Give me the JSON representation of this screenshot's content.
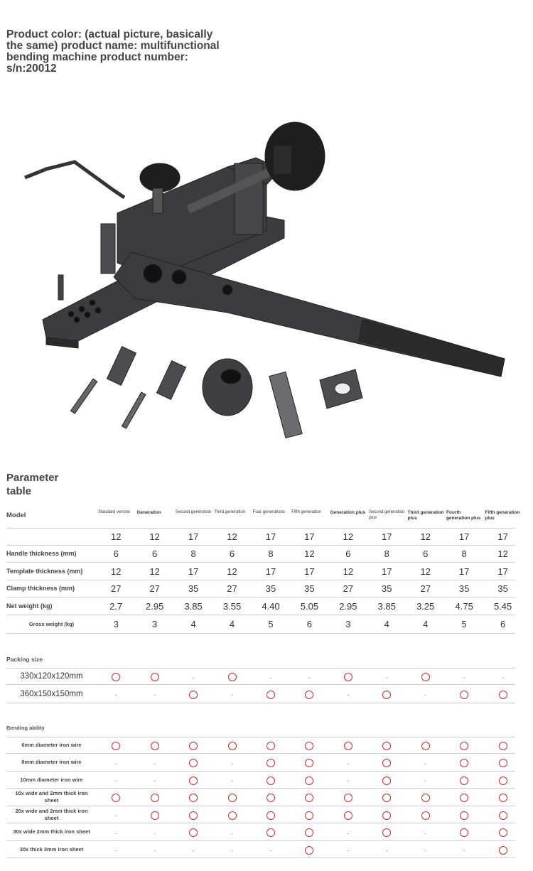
{
  "intro": "Product color: (actual picture, basically the same) product name: multifunctional bending machine product number: s/n:20012",
  "param_title": "Parameter table",
  "model_label": "Model",
  "models": [
    {
      "name": "Standard version",
      "bold": false
    },
    {
      "name": "Generation",
      "bold": true
    },
    {
      "name": "Second generation",
      "bold": false
    },
    {
      "name": "Third generation",
      "bold": false
    },
    {
      "name": "Four generations",
      "bold": false
    },
    {
      "name": "Fifth generation",
      "bold": false
    },
    {
      "name": "Generation plus",
      "bold": true
    },
    {
      "name": "Second generation plus",
      "bold": false
    },
    {
      "name": "Third generation plus",
      "bold": true
    },
    {
      "name": "Fourth generation plus",
      "bold": true
    },
    {
      "name": "Fifth generation plus",
      "bold": true
    }
  ],
  "params": [
    {
      "label": "",
      "values": [
        "12",
        "12",
        "17",
        "12",
        "17",
        "17",
        "12",
        "17",
        "12",
        "17",
        "17"
      ]
    },
    {
      "label": "Handle thickness (mm)",
      "values": [
        "6",
        "6",
        "8",
        "6",
        "8",
        "12",
        "6",
        "8",
        "6",
        "8",
        "12"
      ]
    },
    {
      "label": "Template thickness (mm)",
      "values": [
        "12",
        "12",
        "17",
        "12",
        "17",
        "17",
        "12",
        "17",
        "12",
        "17",
        "17"
      ]
    },
    {
      "label": "Clamp thickness (mm)",
      "values": [
        "27",
        "27",
        "35",
        "27",
        "35",
        "35",
        "27",
        "35",
        "27",
        "35",
        "35"
      ]
    },
    {
      "label": "Net weight (kg)",
      "values": [
        "2.7",
        "2.95",
        "3.85",
        "3.55",
        "4.40",
        "5.05",
        "2.95",
        "3.85",
        "3.25",
        "4.75",
        "5.45"
      ]
    },
    {
      "label": "Gross weight (kg)",
      "values": [
        "3",
        "3",
        "4",
        "4",
        "5",
        "6",
        "3",
        "4",
        "4",
        "5",
        "6"
      ]
    }
  ],
  "packing_title": "Packing size",
  "packing": [
    {
      "label": "330x120x120mm",
      "marks": [
        "o",
        "o",
        "-",
        "o",
        "-",
        "-",
        "o",
        "-",
        "o",
        "-",
        "-"
      ]
    },
    {
      "label": "360x150x150mm",
      "marks": [
        "-",
        "-",
        "o",
        "-",
        "o",
        "o",
        "-",
        "o",
        "-",
        "o",
        "o"
      ]
    }
  ],
  "bending_title": "Bending ability",
  "bending": [
    {
      "label": "6mm diameter iron wire",
      "marks": [
        "o",
        "o",
        "o",
        "o",
        "o",
        "o",
        "o",
        "o",
        "o",
        "o",
        "o"
      ]
    },
    {
      "label": "8mm diameter iron wire",
      "marks": [
        "-",
        "-",
        "o",
        "-",
        "o",
        "o",
        "-",
        "o",
        "-",
        "o",
        "o"
      ]
    },
    {
      "label": "10mm diameter iron wire",
      "marks": [
        "-",
        "-",
        "o",
        "-",
        "o",
        "o",
        "-",
        "o",
        "-",
        "o",
        "o"
      ]
    },
    {
      "label": "10x wide and 2mm thick iron sheet",
      "marks": [
        "o",
        "o",
        "o",
        "o",
        "o",
        "o",
        "o",
        "o",
        "o",
        "o",
        "o"
      ]
    },
    {
      "label": "20x wide and 2mm thick iron sheet",
      "marks": [
        "-",
        "o",
        "o",
        "o",
        "o",
        "o",
        "o",
        "o",
        "o",
        "o",
        "o"
      ]
    },
    {
      "label": "30x wide 2mm thick iron sheet",
      "marks": [
        "-",
        "-",
        "o",
        "-",
        "o",
        "o",
        "-",
        "o",
        "-",
        "o",
        "o"
      ]
    },
    {
      "label": "30x thick 3mm iron sheet",
      "marks": [
        "-",
        "-",
        "-",
        "-",
        "-",
        "o",
        "-",
        "-",
        "-",
        "-",
        "o"
      ]
    }
  ],
  "colors": {
    "mark": "#c9302c",
    "rule": "#cfcfcf"
  }
}
